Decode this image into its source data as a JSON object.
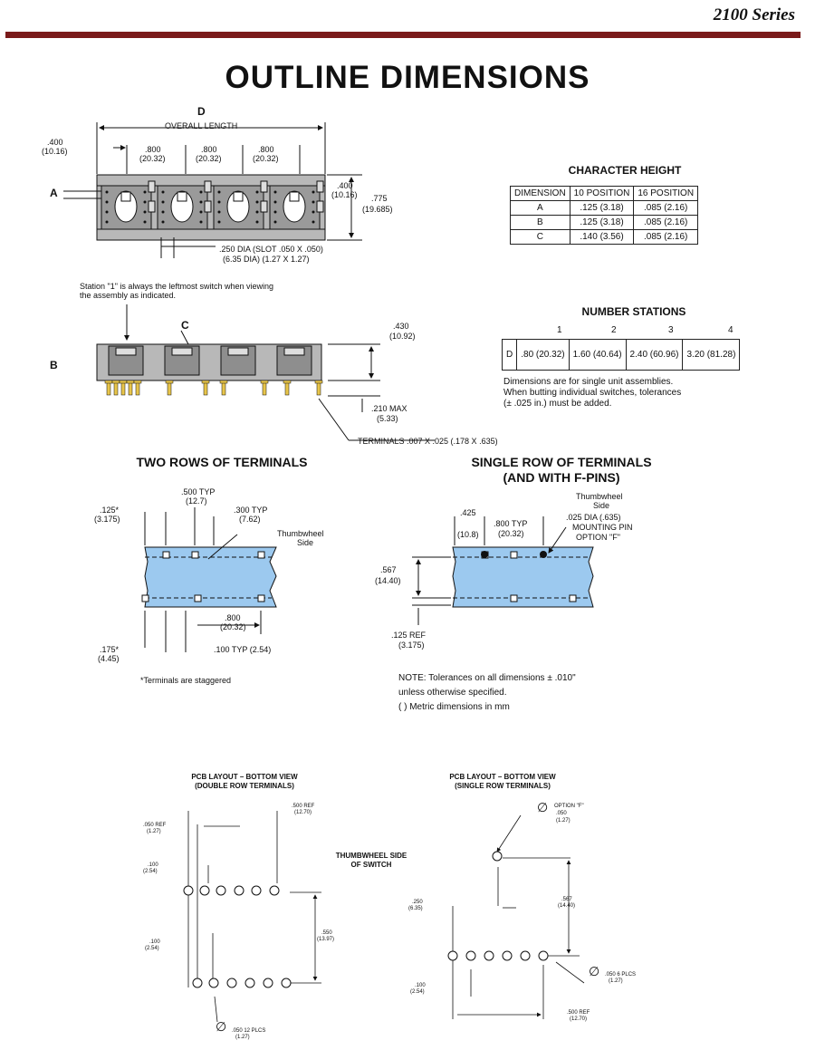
{
  "header": {
    "series": "2100 Series",
    "title": "OUTLINE DIMENSIONS"
  },
  "top_view": {
    "D": "D",
    "overall": "OVERALL LENGTH",
    "w400": ".400",
    "w400mm": "(10.16)",
    "p800": ".800",
    "p800mm": "(20.32)",
    "A": "A",
    "h400": ".400",
    "h400mm": "(10.16)",
    "h775": ".775",
    "h775mm": "(19.685)",
    "dia": ".250 DIA (SLOT .050 X .050)",
    "diamm": "(6.35 DIA) (1.27 X 1.27)",
    "station": "Station \"1\" is always the leftmost switch when viewing",
    "station2": "the assembly as indicated."
  },
  "side_view": {
    "B": "B",
    "C": "C",
    "h430": ".430",
    "h430mm": "(10.92)",
    "h210": ".210 MAX",
    "h210mm": "(5.33)",
    "terminals": "TERMINALS .007 X .025 (.178 X .635)"
  },
  "char_height": {
    "title": "CHARACTER HEIGHT",
    "headers": [
      "DIMENSION",
      "10 POSITION",
      "16 POSITION"
    ],
    "rows": [
      [
        "A",
        ".125 (3.18)",
        ".085 (2.16)"
      ],
      [
        "B",
        ".125 (3.18)",
        ".085 (2.16)"
      ],
      [
        "C",
        ".140 (3.56)",
        ".085 (2.16)"
      ]
    ]
  },
  "stations": {
    "title": "NUMBER STATIONS",
    "cols": [
      "1",
      "2",
      "3",
      "4"
    ],
    "rowlabel": "D",
    "values": [
      ".80 (20.32)",
      "1.60 (40.64)",
      "2.40 (60.96)",
      "3.20 (81.28)"
    ],
    "note": [
      "Dimensions are for single unit assemblies.",
      "When butting individual switches, tolerances",
      "(± .025 in.) must be added."
    ]
  },
  "two_rows": {
    "title": "TWO ROWS OF TERMINALS",
    "d500": ".500 TYP",
    "d500mm": "(12.7)",
    "d125": ".125*",
    "d125mm": "(3.175)",
    "d300": ".300 TYP",
    "d300mm": "(7.62)",
    "thumb": "Thumbwheel",
    "side": "Side",
    "d800": ".800",
    "d800mm": "(20.32)",
    "d100": ".100 TYP (2.54)",
    "d175": ".175*",
    "d175mm": "(4.45)",
    "stagger": "*Terminals are staggered"
  },
  "single_row": {
    "title": "SINGLE ROW OF TERMINALS",
    "title2": "(AND WITH F-PINS)",
    "thumb": "Thumbwheel",
    "side": "Side",
    "d425": ".425",
    "d425mm": "(10.8)",
    "d800": ".800 TYP",
    "d800mm": "(20.32)",
    "pin1": ".025 DIA (.635)",
    "pin2": "MOUNTING PIN",
    "pin3": "OPTION \"F\"",
    "d567": ".567",
    "d567mm": "(14.40)",
    "d125": ".125 REF",
    "d125mm": "(3.175)"
  },
  "note": {
    "l1": "NOTE: Tolerances on all dimensions ± .010\"",
    "l2": "unless otherwise specified.",
    "l3": "(    ) Metric dimensions in mm"
  },
  "pcb_double": {
    "title": "PCB LAYOUT – BOTTOM VIEW",
    "title2": "(DOUBLE ROW TERMINALS)",
    "d050": ".050 REF",
    "d050mm": "(1.27)",
    "d100": ".100",
    "d100mm": "(2.54)",
    "d500": ".500 REF",
    "d500mm": "(12.70)",
    "d550": ".550",
    "d550mm": "(13.97)",
    "d100b": ".100",
    "d100bmm": "(2.54)",
    "plcs": ".050 12 PLCS",
    "plcsmm": "(1.27)"
  },
  "thumbwheel": {
    "l1": "THUMBWHEEL SIDE",
    "l2": "OF SWITCH"
  },
  "pcb_single": {
    "title": "PCB LAYOUT – BOTTOM VIEW",
    "title2": "(SINGLE ROW TERMINALS)",
    "opt": "OPTION \"F\"",
    "optd": ".050",
    "optmm": "(1.27)",
    "d567": ".567",
    "d567mm": "(14.40)",
    "d250": ".250",
    "d250mm": "(6.35)",
    "plcs": ".050 6 PLCS",
    "plcsmm": "(1.27)",
    "d100": ".100",
    "d100mm": "(2.54)",
    "d500": ".500 REF",
    "d500mm": "(12.70)"
  },
  "colors": {
    "rule": "#7a1a1a",
    "blue": "#9cc9ef",
    "gray": "#b8b8b8",
    "gold": "#e8c54a"
  }
}
